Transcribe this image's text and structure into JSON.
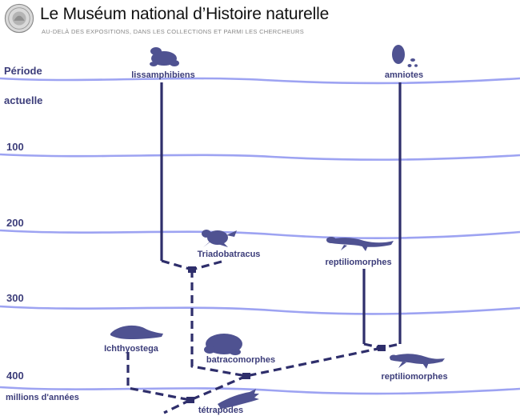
{
  "header": {
    "title": "Le Muséum national d’Histoire naturelle",
    "subtitle": "AU-DELÀ DES EXPOSITIONS, DANS LES COLLECTIONS ET PARMI LES CHERCHEURS"
  },
  "timeline": {
    "periode_label": "Période",
    "actuelle_label": "actuelle",
    "ticks": [
      "100",
      "200",
      "300",
      "400"
    ],
    "unit_label": "millions d'années"
  },
  "taxa": {
    "lissamphibiens": "lissamphibiens",
    "amniotes": "amniotes",
    "triadobatracus": "Triadobatracus",
    "reptiliomorphes_upper": "reptiliomorphes",
    "ichthyostega": "Ichthyostega",
    "batracomorphes": "batracomorphes",
    "reptiliomorphes_lower": "reptiliomorphes",
    "tetrapodes": "tétrapodes"
  },
  "colors": {
    "line": "#9da3f2",
    "branch": "#2e2e6b",
    "silhouette": "#4f5291",
    "label": "#3c3d7a"
  },
  "icons": {
    "seal": "museum-seal-icon",
    "frog": "frog-silhouette-icon",
    "egg": "egg-silhouette-icon",
    "salamander": "salamander-silhouette-icon",
    "lizard": "lizard-silhouette-icon",
    "tetrapod": "tetrapod-silhouette-icon",
    "toad": "toad-silhouette-icon",
    "limb": "limb-silhouette-icon"
  }
}
